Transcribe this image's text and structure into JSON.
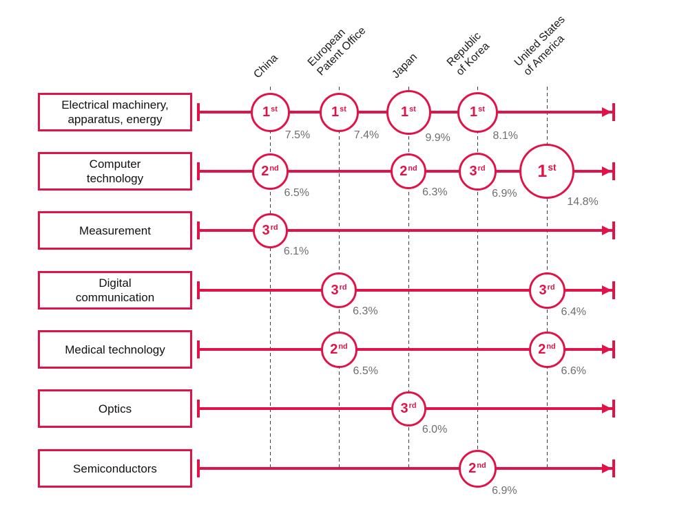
{
  "chart_data": {
    "type": "table",
    "title": "",
    "description": "Ranked technology fields by patent office with share of applications; bubble size proportional to share",
    "legend_position": "none",
    "colors": {
      "accent": "#e11248",
      "share_text": "#6d6d6d",
      "label_text": "#1a1a1a",
      "dash_line": "#3c3c3c",
      "background": "#ffffff"
    },
    "columns": [
      {
        "id": "china",
        "label": "China"
      },
      {
        "id": "european-patent-office",
        "label": "European\nPatent Office"
      },
      {
        "id": "japan",
        "label": "Japan"
      },
      {
        "id": "republic-of-korea",
        "label": "Republic\nof Korea"
      },
      {
        "id": "united-states-of-america",
        "label": "United States\nof America"
      }
    ],
    "rows": [
      {
        "label": "Electrical machinery,\napparatus, energy",
        "cells": [
          {
            "column": "china",
            "col": 0,
            "rank": "1",
            "ordinal": "st",
            "share_pct": 7.5,
            "share_label": "7.5%"
          },
          {
            "column": "european-patent-office",
            "col": 1,
            "rank": "1",
            "ordinal": "st",
            "share_pct": 7.4,
            "share_label": "7.4%"
          },
          {
            "column": "japan",
            "col": 2,
            "rank": "1",
            "ordinal": "st",
            "share_pct": 9.9,
            "share_label": "9.9%"
          },
          {
            "column": "republic-of-korea",
            "col": 3,
            "rank": "1",
            "ordinal": "st",
            "share_pct": 8.1,
            "share_label": "8.1%"
          }
        ]
      },
      {
        "label": "Computer\ntechnology",
        "cells": [
          {
            "column": "china",
            "col": 0,
            "rank": "2",
            "ordinal": "nd",
            "share_pct": 6.5,
            "share_label": "6.5%"
          },
          {
            "column": "japan",
            "col": 2,
            "rank": "2",
            "ordinal": "nd",
            "share_pct": 6.3,
            "share_label": "6.3%"
          },
          {
            "column": "republic-of-korea",
            "col": 3,
            "rank": "3",
            "ordinal": "rd",
            "share_pct": 6.9,
            "share_label": "6.9%"
          },
          {
            "column": "united-states-of-america",
            "col": 4,
            "rank": "1",
            "ordinal": "st",
            "share_pct": 14.8,
            "share_label": "14.8%"
          }
        ]
      },
      {
        "label": "Measurement",
        "cells": [
          {
            "column": "china",
            "col": 0,
            "rank": "3",
            "ordinal": "rd",
            "share_pct": 6.1,
            "share_label": "6.1%"
          }
        ]
      },
      {
        "label": "Digital\ncommunication",
        "cells": [
          {
            "column": "european-patent-office",
            "col": 1,
            "rank": "3",
            "ordinal": "rd",
            "share_pct": 6.3,
            "share_label": "6.3%"
          },
          {
            "column": "united-states-of-america",
            "col": 4,
            "rank": "3",
            "ordinal": "rd",
            "share_pct": 6.4,
            "share_label": "6.4%"
          }
        ]
      },
      {
        "label": "Medical technology",
        "cells": [
          {
            "column": "european-patent-office",
            "col": 1,
            "rank": "2",
            "ordinal": "nd",
            "share_pct": 6.5,
            "share_label": "6.5%"
          },
          {
            "column": "united-states-of-america",
            "col": 4,
            "rank": "2",
            "ordinal": "nd",
            "share_pct": 6.6,
            "share_label": "6.6%"
          }
        ]
      },
      {
        "label": "Optics",
        "cells": [
          {
            "column": "japan",
            "col": 2,
            "rank": "3",
            "ordinal": "rd",
            "share_pct": 6.0,
            "share_label": "6.0%"
          }
        ]
      },
      {
        "label": "Semiconductors",
        "cells": [
          {
            "column": "republic-of-korea",
            "col": 3,
            "rank": "2",
            "ordinal": "nd",
            "share_pct": 6.9,
            "share_label": "6.9%"
          }
        ]
      }
    ]
  }
}
